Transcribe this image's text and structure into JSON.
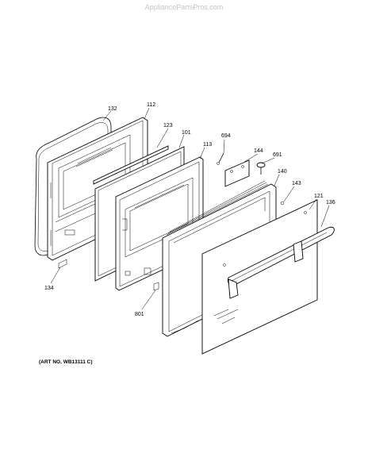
{
  "watermark": "AppliancePartsPros.com",
  "art_number": "(ART NO. WB13111 C)",
  "callouts": {
    "c132": "132",
    "c112": "112",
    "c123": "123",
    "c101": "101",
    "c113": "113",
    "c694": "694",
    "c144": "144",
    "c691": "691",
    "c140": "140",
    "c143": "143",
    "c121": "121",
    "c136": "136",
    "c134": "134",
    "c801": "801"
  }
}
